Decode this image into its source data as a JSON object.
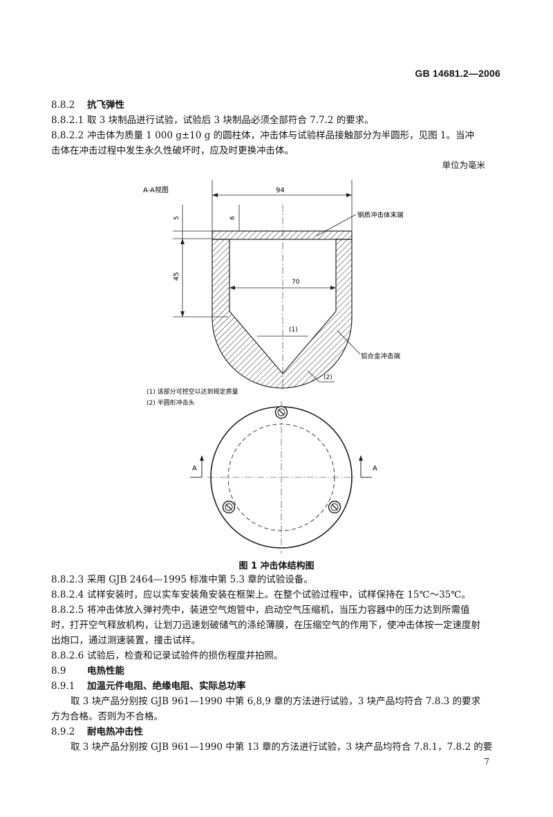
{
  "header": {
    "standard_no": "GB 14681.2—2006"
  },
  "unit_note": "单位为毫米",
  "top_lines": [
    {
      "num": "8.8.2",
      "text": "抗飞弹性",
      "bold": true
    },
    {
      "num": "8.8.2.1",
      "text": "取 3 块制品进行试验，试验后 3 块制品必须全部符合 7.7.2 的要求。"
    },
    {
      "num": "8.8.2.2",
      "text": "冲击体为质量 1 000 g±10 g 的圆柱体，冲击体与试验样品接触部分为半圆形，见图 1。当冲"
    },
    {
      "num": "",
      "text": "击体在冲击过程中发生永久性破坏时，应及时更换冲击体。",
      "cont": true
    }
  ],
  "figure": {
    "view_label": "A-A视图",
    "dim_94": "94",
    "dim_6": "6",
    "dim_5": "5",
    "dim_45": "45",
    "dim_70": "70",
    "callout_1": "(1)",
    "callout_2": "(2)",
    "label_steel_end": "钢质冲击体末端",
    "label_al_head": "铝合金冲击端",
    "note_1": "(1) 该部分可挖空以达到规定质量",
    "note_2": "(2) 半圆形冲击头",
    "section_A_left": "A",
    "section_A_right": "A",
    "caption": "图 1   冲击体结构图"
  },
  "bottom_lines": [
    {
      "num": "8.8.2.3",
      "text": "采用 GJB 2464—1995 标准中第 5.3 章的试验设备。"
    },
    {
      "num": "8.8.2.4",
      "text": "试样安装时，应以实车安装角安装在框架上。在整个试验过程中，试样保持在 15℃～35℃。"
    },
    {
      "num": "8.8.2.5",
      "text": "将冲击体放入弹衬壳中，装进空气炮管中，启动空气压缩机，当压力容器中的压力达到所需值"
    },
    {
      "num": "",
      "text": "时，打开空气释放机构，让划刀迅速划破储气的涤纶薄膜，在压缩空气的作用下，使冲击体按一定速度射",
      "cont": true
    },
    {
      "num": "",
      "text": "出炮口，通过测速装置，撞击试样。",
      "cont": true
    },
    {
      "num": "8.8.2.6",
      "text": "试验后，检查和记录试验件的损伤程度并拍照。"
    },
    {
      "num": "8.9",
      "text": "电热性能",
      "bold": true
    },
    {
      "num": "8.9.1",
      "text": "加温元件电阻、绝缘电阻、实际总功率",
      "bold": true
    },
    {
      "num": "",
      "text": "取 3 块产品分别按 GJB 961—1990 中第 6,8,9 章的方法进行试验，3 块产品均符合 7.8.3 的要求",
      "para": true
    },
    {
      "num": "",
      "text": "方为合格。否则为不合格。",
      "cont": true
    },
    {
      "num": "8.9.2",
      "text": "耐电热冲击性",
      "bold": true
    },
    {
      "num": "",
      "text": "取 3 块产品分别按 GJB 961—1990 中第 13 章的方法进行试验，3 块产品均符合 7.8.1，7.8.2 的要",
      "para": true
    }
  ],
  "page_number": "7"
}
